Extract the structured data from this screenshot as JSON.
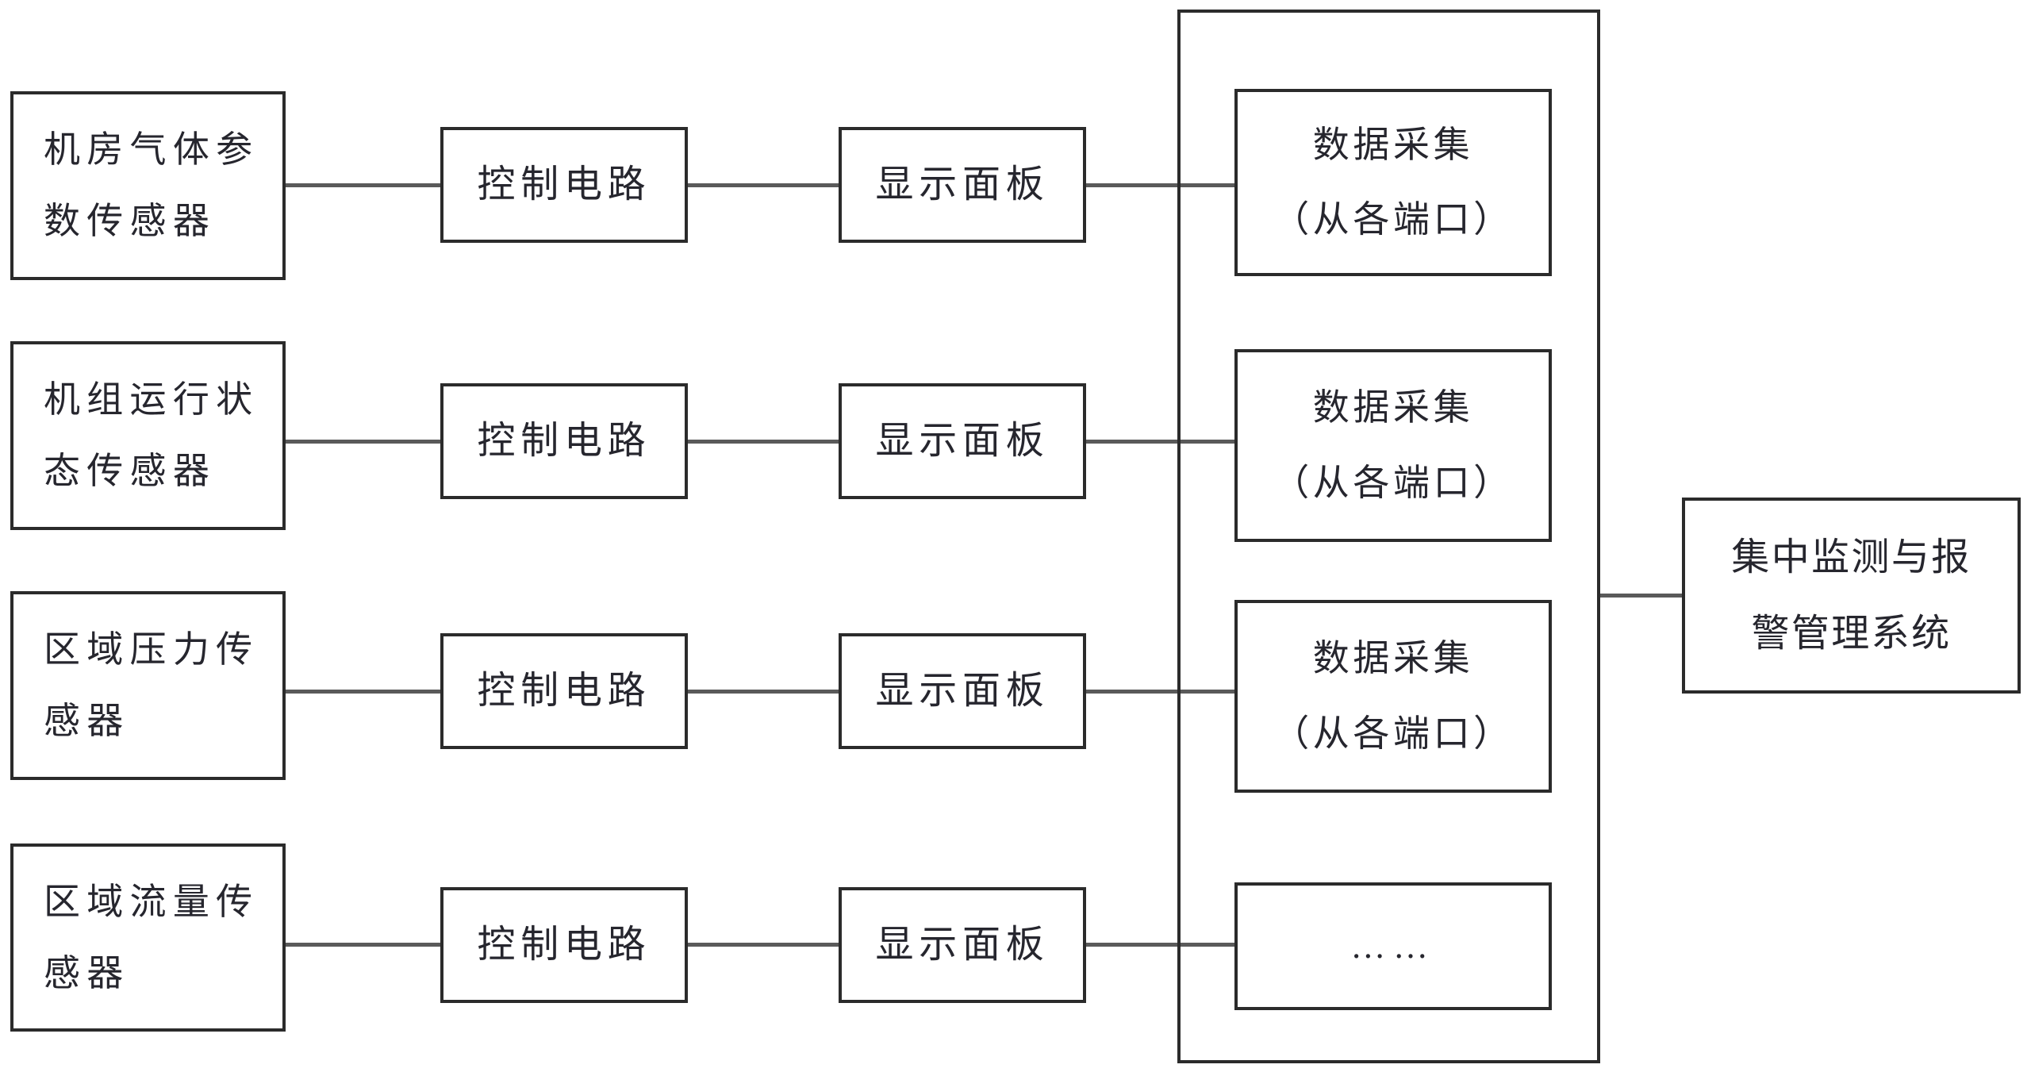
{
  "diagram": {
    "rows": [
      {
        "sensor_line1": "机房气体参",
        "sensor_line2": "数传感器",
        "control_label": "控制电路",
        "display_label": "显示面板",
        "collector_line1": "数据采集",
        "collector_line2": "（从各端口）"
      },
      {
        "sensor_line1": "机组运行状",
        "sensor_line2": "态传感器",
        "control_label": "控制电路",
        "display_label": "显示面板",
        "collector_line1": "数据采集",
        "collector_line2": "（从各端口）"
      },
      {
        "sensor_line1": "区域压力传",
        "sensor_line2": "感器",
        "control_label": "控制电路",
        "display_label": "显示面板",
        "collector_line1": "数据采集",
        "collector_line2": "（从各端口）"
      },
      {
        "sensor_line1": "区域流量传",
        "sensor_line2": "感器",
        "control_label": "控制电路",
        "display_label": "显示面板",
        "collector_ellipsis": "……"
      }
    ],
    "central_system_line1": "集中监测与报",
    "central_system_line2": "警管理系统",
    "colors": {
      "background": "#ffffff",
      "box_border": "#2b2b2b",
      "connector_line": "#5a5a5a",
      "text": "#26262e"
    }
  }
}
